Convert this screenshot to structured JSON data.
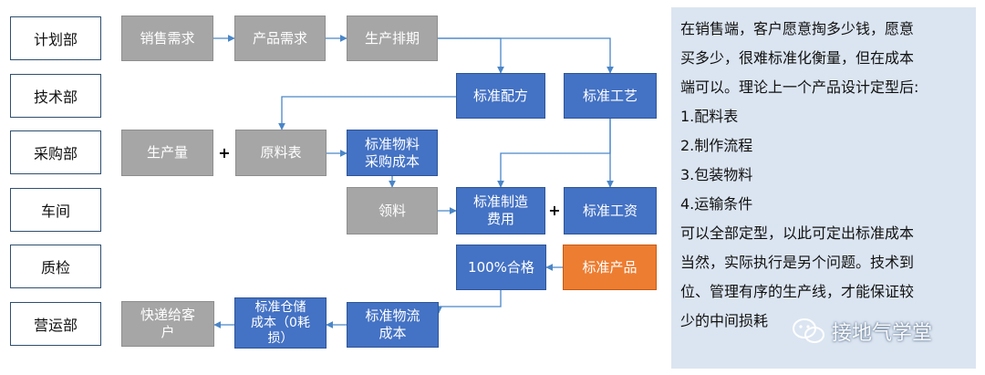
{
  "departments": [
    "计划部",
    "技术部",
    "采购部",
    "车间",
    "质检",
    "营运部"
  ],
  "boxes": {
    "sales_demand": "销售需求",
    "product_demand": "产品需求",
    "production_schedule": "生产排期",
    "standard_formula": "标准配方",
    "standard_process": "标准工艺",
    "production_volume": "生产量",
    "bom": "原料表",
    "std_material_cost": "标准物料\n采购成本",
    "material_pick": "领料",
    "std_mfg_cost": "标准制造\n费用",
    "std_wage": "标准工资",
    "qualified": "100%合格",
    "std_product": "标准产品",
    "express_to_customer": "快递给客\n户",
    "std_warehouse_cost": "标准仓储\n成本（0耗\n损）",
    "std_logistics_cost": "标准物流\n成本"
  },
  "plus_sign": "+",
  "note_lines": [
    "在销售端，客户愿意掏多少钱，愿意",
    "买多少，很难标准化衡量，但在成本",
    "端可以。理论上一个产品设计定型后:",
    "1.配料表",
    "2.制作流程",
    "3.包装物料",
    "4.运输条件",
    "可以全部定型，以此可定出标准成本",
    "当然，实际执行是另个问题。技术到",
    "位、管理有序的生产线，才能保证较",
    "少的中间损耗"
  ],
  "watermark": "接地气学堂",
  "colors": {
    "gray": "#a6a6a6",
    "blue": "#4472c4",
    "orange": "#ed7d31",
    "note_bg": "#dbe5f1",
    "line": "#4472c4"
  }
}
